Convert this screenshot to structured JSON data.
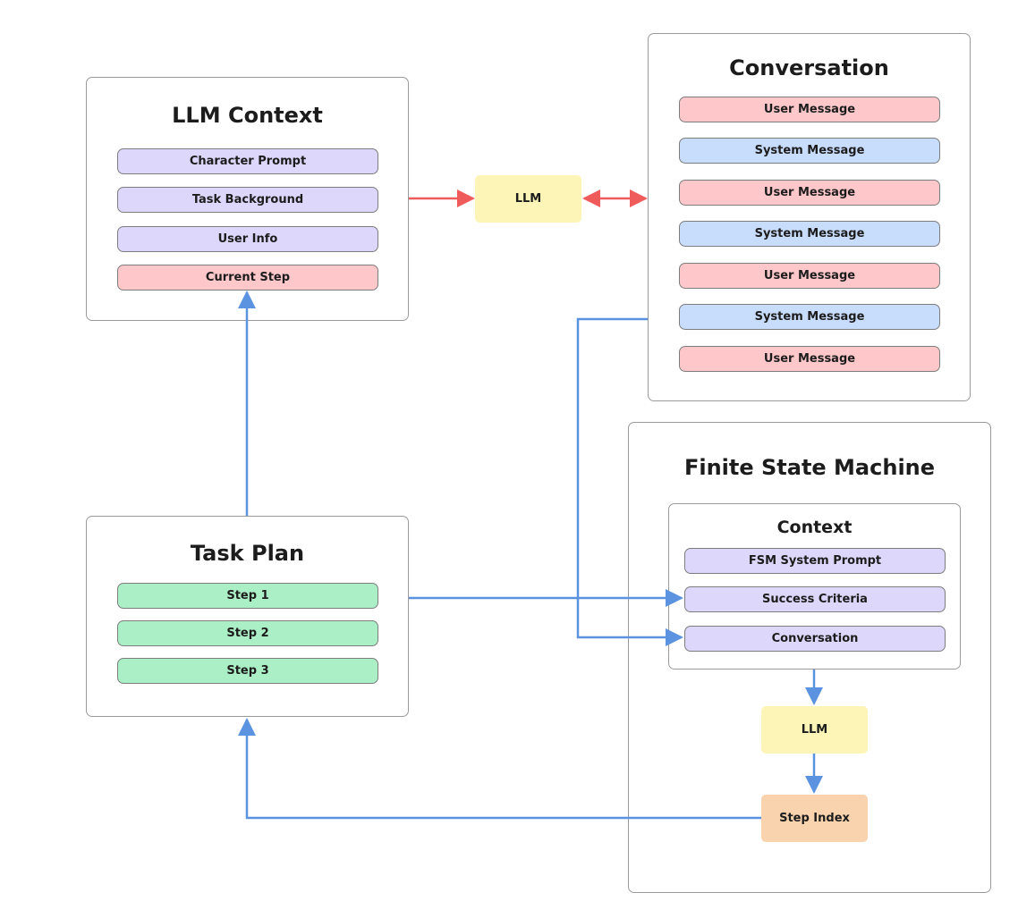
{
  "llm_context": {
    "title": "LLM Context",
    "items": [
      "Character Prompt",
      "Task Background",
      "User Info",
      "Current Step"
    ]
  },
  "llm_center": {
    "label": "LLM"
  },
  "conversation": {
    "title": "Conversation",
    "messages": [
      "User Message",
      "System Message",
      "User Message",
      "System Message",
      "User Message",
      "System Message",
      "User Message"
    ]
  },
  "task_plan": {
    "title": "Task Plan",
    "steps": [
      "Step 1",
      "Step 2",
      "Step 3"
    ]
  },
  "fsm": {
    "title": "Finite State Machine",
    "context": {
      "title": "Context",
      "items": [
        "FSM System Prompt",
        "Success Criteria",
        "Conversation"
      ]
    },
    "llm_label": "LLM",
    "step_index_label": "Step Index"
  },
  "colors": {
    "red_arrow": "#ef5b5b",
    "blue_arrow": "#5b93e0",
    "purple": "#ddd8fb",
    "red": "#fec8ca",
    "blue": "#c8dcfc",
    "green": "#abefc6",
    "yellow": "#fdf5b8",
    "orange": "#f8d3ad"
  }
}
